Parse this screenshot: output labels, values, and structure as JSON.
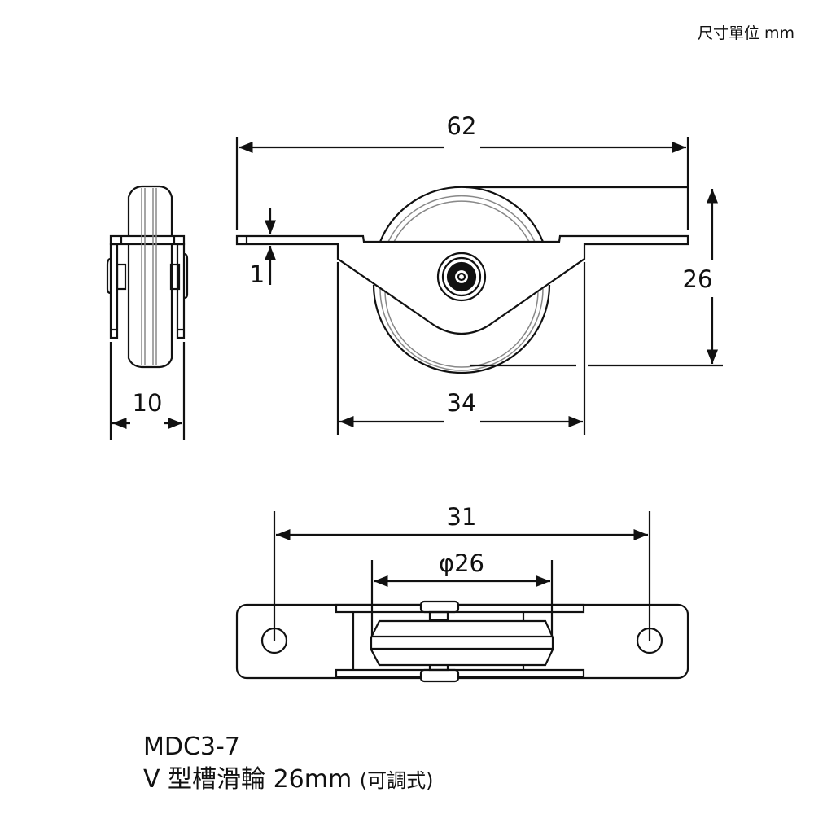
{
  "unit_note": "尺寸單位 mm",
  "dimensions": {
    "overall_length": "62",
    "height": "26",
    "plate_thickness": "1",
    "bracket_width": "34",
    "side_width": "10",
    "hole_spacing": "31",
    "wheel_diameter": "φ26"
  },
  "product": {
    "model": "MDC3-7",
    "name": "V 型槽滑輪 26mm",
    "note": "(可調式)"
  },
  "colors": {
    "line": "#111111",
    "groove": "#888888"
  }
}
